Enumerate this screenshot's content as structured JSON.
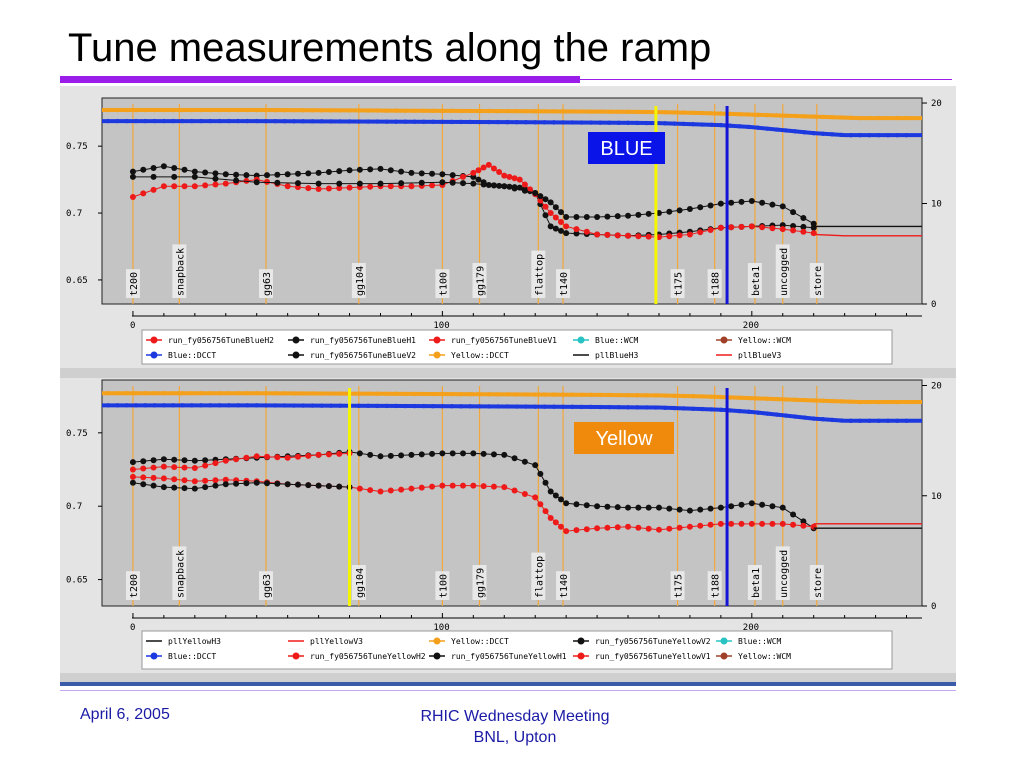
{
  "slide": {
    "title": "Tune measurements along the ramp",
    "footer_date": "April 6, 2005",
    "footer_line1": "RHIC Wednesday Meeting",
    "footer_line2": "BNL, Upton"
  },
  "colors": {
    "accent_bar": "#9b1dea",
    "blue_beam": "#1c39e0",
    "yellow_beam": "#f4a01a",
    "black_series": "#111111",
    "red_series": "#ee1a1a",
    "cyan_series": "#27c3c3",
    "brown_series": "#a0402a",
    "orange_marker": "#f3a73a",
    "blue_label_bg": "#0a14e8",
    "yellow_label_bg": "#f08a0c",
    "yellow_cursor": "#f6f600",
    "blue_cursor": "#1414d6"
  },
  "chart_data": [
    {
      "type": "scatter",
      "title": "",
      "label": "BLUE",
      "xlim": [
        -10,
        255
      ],
      "x_ticks": [
        0,
        100,
        200
      ],
      "ylim": [
        0.632,
        0.786
      ],
      "y_ticks_left": [
        "0.65",
        "0.7",
        "0.75"
      ],
      "y_ticks_left_values": [
        0.65,
        0.7,
        0.75
      ],
      "ylim_right": [
        0,
        20.5
      ],
      "y_ticks_right": [
        "0",
        "10",
        "20"
      ],
      "markers": [
        {
          "label": "t200",
          "x": 0
        },
        {
          "label": "snapback",
          "x": 15
        },
        {
          "label": "gg63",
          "x": 43
        },
        {
          "label": "gg104",
          "x": 73
        },
        {
          "label": "t100",
          "x": 100
        },
        {
          "label": "gg179",
          "x": 112
        },
        {
          "label": "flattop",
          "x": 131
        },
        {
          "label": "t140",
          "x": 139
        },
        {
          "label": "t175",
          "x": 176
        },
        {
          "label": "t188",
          "x": 188
        },
        {
          "label": "beta1",
          "x": 201
        },
        {
          "label": "uncogged",
          "x": 210
        },
        {
          "label": "store",
          "x": 221
        }
      ],
      "cursors": [
        {
          "color": "yellow",
          "x": 169
        },
        {
          "color": "blue",
          "x": 192
        }
      ],
      "legend": [
        "run_fy056756TuneBlueH2",
        "run_fy056756TuneBlueH1",
        "run_fy056756TuneBlueV1",
        "Blue::WCM",
        "Yellow::WCM",
        "Blue::DCCT",
        "run_fy056756TuneBlueV2",
        "Yellow::DCCT",
        "pllBlueH3",
        "pllBlueV3"
      ],
      "series": [
        {
          "name": "Yellow::DCCT",
          "axis": "right",
          "x": [
            -10,
            40,
            80,
            120,
            150,
            170,
            185,
            195,
            205,
            215,
            225,
            235,
            255
          ],
          "values": [
            19.3,
            19.3,
            19.25,
            19.2,
            19.15,
            19.1,
            19.0,
            18.9,
            18.8,
            18.7,
            18.6,
            18.5,
            18.5
          ]
        },
        {
          "name": "Blue::DCCT",
          "axis": "right",
          "x": [
            -10,
            40,
            80,
            120,
            150,
            170,
            180,
            190,
            200,
            210,
            220,
            230,
            255
          ],
          "values": [
            18.2,
            18.2,
            18.15,
            18.1,
            18.05,
            18.0,
            17.9,
            17.8,
            17.6,
            17.3,
            17.0,
            16.8,
            16.8
          ]
        },
        {
          "name": "run_fy056756TuneBlueH1",
          "axis": "left",
          "x": [
            0,
            10,
            20,
            30,
            40,
            50,
            60,
            70,
            80,
            90,
            100,
            110,
            115,
            120,
            125,
            130,
            135,
            140,
            150,
            160,
            170,
            180,
            190,
            200,
            210,
            220
          ],
          "values": [
            0.731,
            0.735,
            0.731,
            0.729,
            0.728,
            0.729,
            0.73,
            0.732,
            0.733,
            0.73,
            0.729,
            0.727,
            0.721,
            0.72,
            0.719,
            0.715,
            0.69,
            0.685,
            0.684,
            0.683,
            0.684,
            0.686,
            0.689,
            0.69,
            0.691,
            0.689
          ]
        },
        {
          "name": "run_fy056756TuneBlueV1",
          "axis": "left",
          "x": [
            0,
            10,
            20,
            30,
            40,
            50,
            60,
            70,
            80,
            90,
            100,
            110,
            115,
            120,
            125,
            130,
            135,
            140,
            150,
            160,
            170,
            180,
            190,
            200,
            210,
            220
          ],
          "values": [
            0.712,
            0.72,
            0.72,
            0.722,
            0.725,
            0.72,
            0.718,
            0.719,
            0.72,
            0.72,
            0.721,
            0.73,
            0.736,
            0.728,
            0.725,
            0.714,
            0.7,
            0.69,
            0.684,
            0.683,
            0.682,
            0.684,
            0.689,
            0.69,
            0.688,
            0.685
          ]
        },
        {
          "name": "run_fy056756TuneBlueV2",
          "axis": "left",
          "x": [
            0,
            20,
            40,
            60,
            80,
            100,
            110,
            120,
            130,
            135,
            140,
            150,
            160,
            170,
            180,
            190,
            200,
            210,
            220
          ],
          "values": [
            0.727,
            0.727,
            0.723,
            0.722,
            0.722,
            0.723,
            0.722,
            0.72,
            0.715,
            0.708,
            0.697,
            0.697,
            0.698,
            0.7,
            0.703,
            0.707,
            0.709,
            0.705,
            0.692
          ]
        },
        {
          "name": "pllBlueH3",
          "axis": "left",
          "x": [
            220,
            230,
            255
          ],
          "values": [
            0.69,
            0.69,
            0.69
          ]
        },
        {
          "name": "pllBlueV3",
          "axis": "left",
          "x": [
            220,
            230,
            255
          ],
          "values": [
            0.684,
            0.683,
            0.683
          ]
        }
      ]
    },
    {
      "type": "scatter",
      "title": "",
      "label": "Yellow",
      "xlim": [
        -10,
        255
      ],
      "x_ticks": [
        0,
        100,
        200
      ],
      "ylim": [
        0.632,
        0.786
      ],
      "y_ticks_left": [
        "0.65",
        "0.7",
        "0.75"
      ],
      "y_ticks_left_values": [
        0.65,
        0.7,
        0.75
      ],
      "ylim_right": [
        0,
        20.5
      ],
      "y_ticks_right": [
        "0",
        "10",
        "20"
      ],
      "markers": [
        {
          "label": "t200",
          "x": 0
        },
        {
          "label": "snapback",
          "x": 15
        },
        {
          "label": "gg63",
          "x": 43
        },
        {
          "label": "gg104",
          "x": 73
        },
        {
          "label": "t100",
          "x": 100
        },
        {
          "label": "gg179",
          "x": 112
        },
        {
          "label": "flattop",
          "x": 131
        },
        {
          "label": "t140",
          "x": 139
        },
        {
          "label": "t175",
          "x": 176
        },
        {
          "label": "t188",
          "x": 188
        },
        {
          "label": "beta1",
          "x": 201
        },
        {
          "label": "uncogged",
          "x": 210
        },
        {
          "label": "store",
          "x": 221
        }
      ],
      "cursors": [
        {
          "color": "yellow",
          "x": 70
        },
        {
          "color": "blue",
          "x": 192
        }
      ],
      "legend": [
        "pllYellowH3",
        "pllYellowV3",
        "Yellow::DCCT",
        "run_fy056756TuneYellowV2",
        "Blue::WCM",
        "Blue::DCCT",
        "run_fy056756TuneYellowH2",
        "run_fy056756TuneYellowH1",
        "run_fy056756TuneYellowV1",
        "Yellow::WCM"
      ],
      "series": [
        {
          "name": "Yellow::DCCT",
          "axis": "right",
          "x": [
            -10,
            40,
            80,
            120,
            150,
            170,
            185,
            195,
            205,
            215,
            225,
            235,
            255
          ],
          "values": [
            19.3,
            19.3,
            19.25,
            19.2,
            19.15,
            19.1,
            19.0,
            18.9,
            18.8,
            18.7,
            18.6,
            18.5,
            18.5
          ]
        },
        {
          "name": "Blue::DCCT",
          "axis": "right",
          "x": [
            -10,
            40,
            80,
            120,
            150,
            170,
            180,
            190,
            200,
            210,
            220,
            230,
            255
          ],
          "values": [
            18.2,
            18.2,
            18.15,
            18.1,
            18.05,
            18.0,
            17.9,
            17.8,
            17.6,
            17.3,
            17.0,
            16.8,
            16.8
          ]
        },
        {
          "name": "run_fy056756TuneYellowH1",
          "axis": "left",
          "x": [
            0,
            10,
            20,
            30,
            40,
            50,
            60,
            70,
            80,
            90,
            100,
            110,
            120,
            130,
            135,
            140,
            150,
            160,
            170,
            180,
            190,
            200,
            210,
            220
          ],
          "values": [
            0.73,
            0.732,
            0.731,
            0.732,
            0.733,
            0.734,
            0.735,
            0.737,
            0.734,
            0.735,
            0.736,
            0.736,
            0.735,
            0.728,
            0.71,
            0.702,
            0.7,
            0.699,
            0.699,
            0.697,
            0.699,
            0.702,
            0.699,
            0.685
          ]
        },
        {
          "name": "run_fy056756TuneYellowV1",
          "axis": "left",
          "x": [
            0,
            10,
            20,
            30,
            40,
            50,
            60,
            70,
            80,
            90,
            100,
            110,
            120,
            130,
            135,
            140,
            150,
            160,
            170,
            180,
            190,
            200,
            210,
            220
          ],
          "values": [
            0.72,
            0.719,
            0.717,
            0.718,
            0.717,
            0.715,
            0.714,
            0.713,
            0.71,
            0.712,
            0.714,
            0.714,
            0.713,
            0.706,
            0.692,
            0.683,
            0.685,
            0.686,
            0.684,
            0.686,
            0.688,
            0.688,
            0.688,
            0.686
          ]
        },
        {
          "name": "run_fy056756TuneYellowH2",
          "axis": "left",
          "x": [
            0,
            10,
            20,
            30,
            40,
            50,
            60,
            70
          ],
          "values": [
            0.725,
            0.727,
            0.726,
            0.731,
            0.734,
            0.733,
            0.735,
            0.736
          ]
        },
        {
          "name": "run_fy056756TuneYellowV2",
          "axis": "left",
          "x": [
            0,
            10,
            20,
            30,
            40,
            50,
            60,
            70
          ],
          "values": [
            0.716,
            0.713,
            0.712,
            0.715,
            0.716,
            0.715,
            0.714,
            0.713
          ]
        },
        {
          "name": "pllYellowH3",
          "axis": "left",
          "x": [
            220,
            230,
            255
          ],
          "values": [
            0.685,
            0.685,
            0.685
          ]
        },
        {
          "name": "pllYellowV3",
          "axis": "left",
          "x": [
            220,
            230,
            255
          ],
          "values": [
            0.688,
            0.688,
            0.688
          ]
        }
      ]
    }
  ]
}
